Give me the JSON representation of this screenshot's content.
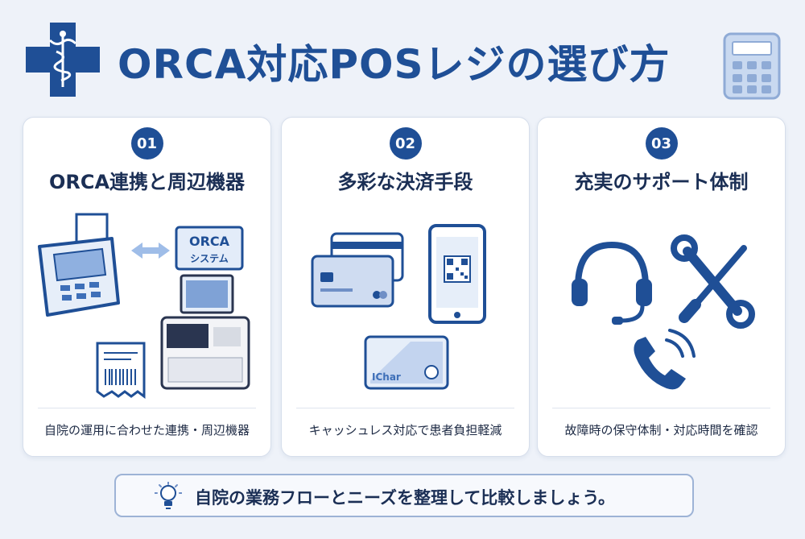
{
  "header": {
    "title": "ORCA対応POSレジの選び方",
    "logo_icon": "medical-caduceus-icon",
    "calculator_icon": "calculator-icon"
  },
  "cards": [
    {
      "number": "01",
      "title": "ORCA連携と周辺機器",
      "caption": "自院の運用に合わせた連携・周辺機器",
      "art": {
        "system_label_1": "ORCA",
        "system_label_2": "システム"
      }
    },
    {
      "number": "02",
      "title": "多彩な決済手段",
      "caption": "キャッシュレス対応で患者負担軽減",
      "art": {
        "ic_card_label": "IChar"
      }
    },
    {
      "number": "03",
      "title": "充実のサポート体制",
      "caption": "故障時の保守体制・対応時間を確認"
    }
  ],
  "tip": {
    "text": "自院の業務フローとニーズを整理して比較しましょう。",
    "icon": "lightbulb-icon"
  },
  "colors": {
    "primary": "#1f4f96",
    "light_blue": "#c9d9f0",
    "background": "#eef2f9"
  }
}
